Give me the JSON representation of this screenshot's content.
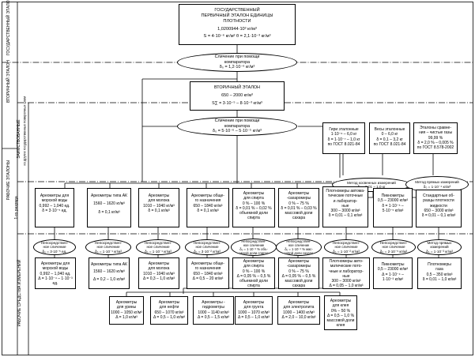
{
  "left_labels": {
    "state": "ГОСУДАРСТВЕННЫЙ ЭТАЛОН",
    "secondary": "ВТОРИЧНЫЙ ЭТАЛОН",
    "working_group": "РАБОЧИЕ ЭТАЛОНЫ",
    "borrowed": "ЗАИМСТВОВАННЫЕ",
    "borrowed_sub": "из других государственных поверочных схем",
    "rank1": "1-го разряда",
    "instruments": "РАБОЧИЕ СРЕДСТВА ИЗМЕРЕНИЙ"
  },
  "state_standard": {
    "l1": "ГОСУДАРСТВЕННЫЙ",
    "l2": "ПЕРВИЧНЫЙ ЭТАЛОН ЕДИНИЦЫ",
    "l3": "ПЛОТНОСТИ",
    "l4": "1,0200944·10³ кг/м³",
    "l5": "S = 4·10⁻⁶ кг/м³    θ = 2,1·10⁻³ кг/м³"
  },
  "comp1": {
    "l1": "Сличение при помощи",
    "l2": "компаратора",
    "l3": "δ₀ = 1,2·10⁻⁶ кг/м³"
  },
  "secondary_standard": {
    "l1": "ВТОРИЧНЫЙ ЭТАЛОН",
    "l2": "650 – 2000 кг/м³",
    "l3": "S∑ = 3·10⁻⁵ – 8·10⁻³ кг/м³"
  },
  "comp2": {
    "l1": "Сличение при помощи",
    "l2": "компаратора",
    "l3": "δ₀ = 5·10⁻⁶ – 5·10⁻⁵ кг/м³"
  },
  "borrowed_boxes": [
    {
      "l1": "Гири эталонные",
      "l2": "1·10⁻⁶ – 6,0 кг",
      "l3": "δ = 1·10⁻⁷ – 1,0 кг",
      "l4": "по ГОСТ 8.021-84"
    },
    {
      "l1": "Весы эталонные",
      "l2": "0 – 6,0 кг",
      "l3": "δ = 0,1 – 3,2 кг",
      "l4": "по ГОСТ 8.021-84"
    },
    {
      "l1": "Эталоны сравне-",
      "l2": "ния – чистые газы",
      "l3": "99,99 %",
      "l4": "δ = 2,0 % – 0,005 %",
      "l5": "по ГОСТ 8.578-2002"
    }
  ],
  "method_indirect": {
    "l1": "Метод косвенных измерений",
    "l2": "δ₀ = 0,01 – 1,0 кг"
  },
  "method_direct_top": {
    "l1": "Метод прямых измерений",
    "l2": "δ₀ = 1·10⁻⁴ кг/м³"
  },
  "rank1_boxes": [
    {
      "l1": "Ареометры для",
      "l2": "морской воды",
      "l3": "0,992 – 1,040 ед.",
      "l4": "δ = 3·10⁻⁵ ед."
    },
    {
      "l1": "Ареометры типа АК",
      "l2": "1560 – 1620 кг/м³",
      "l3": "δ = 0,1 кг/м³"
    },
    {
      "l1": "Ареометры",
      "l2": "для молока",
      "l3": "1010 – 1040 кг/м³",
      "l4": "δ = 0,1 кг/м³"
    },
    {
      "l1": "Ареометры обще-",
      "l2": "го назначения",
      "l3": "650 – 1840 кг/м³",
      "l4": "δ = 0,1 кг/м³"
    },
    {
      "l1": "Ареометры",
      "l2": "для спирта",
      "l3": "0 % – 100 %",
      "l4": "δ = 0,01 % – 0,02 %",
      "l5": "объемной доли",
      "l6": "спирта"
    },
    {
      "l1": "Ареометры",
      "l2": "-сахаромеры",
      "l3": "0 % – 75 %",
      "l4": "δ = 0,01 % – 0,03 %",
      "l5": "массовой доли",
      "l6": "сахара"
    },
    {
      "l1": "Плотномеры автома-",
      "l2": "тические поточные",
      "l3": "и лаборатор-",
      "l4": "ные",
      "l5": "300 – 3000 кг/м³",
      "l6": "δ = 0,01 – 0,1 кг/м³"
    },
    {
      "l1": "Пикнометры",
      "l2": "0,5 – 23000 кг/м³",
      "l3": "δ = 1·10⁻⁵ –",
      "l4": "5·10⁻⁵ кг/м³"
    },
    {
      "l1": "Стандартные об-",
      "l2": "разцы плотности",
      "l3": "жидкости",
      "l4": "650 – 3000 кг/м³",
      "l5": "δ = 0,01 – 0,1 кг/м³"
    }
  ],
  "comp_row": [
    {
      "l1": "Непосредствен-",
      "l2": "ное сличение",
      "l3": "δ₀ = 3·10⁻⁵ ед."
    },
    {
      "l1": "Непосредствен-",
      "l2": "ное сличение",
      "l3": "δ₀ = 1·10⁻¹ кг/м³"
    },
    {
      "l1": "Непосредствен-",
      "l2": "ное сличение",
      "l3": "δ₀ = 1·10⁻¹ кг/м³"
    },
    {
      "l1": "Непосредствен-",
      "l2": "ное сличение",
      "l3": "δ₀ = 3·10⁻² кг/м³"
    },
    {
      "l1": "Непосредствен-",
      "l2": "ное сличение",
      "l3": "δ₀ = 1·10⁻² % объ-",
      "l4": "емной доли спирта"
    },
    {
      "l1": "Непосредствен-",
      "l2": "ное сличение",
      "l3": "δ₀ = 1·10⁻² % мас-",
      "l4": "совой доли сахара"
    },
    {
      "l1": "Непосредствен-",
      "l2": "ное сличение",
      "l3": "δ₀ = 1·10⁻² кг/м³"
    },
    {
      "l1": "Непосредствен-",
      "l2": "ное сличение",
      "l3": "δ₀ = 2·10⁻⁵ кг/м³"
    },
    {
      "l1": "Метод прямых",
      "l2": "измерений",
      "l3": "δ₀ = 1·10⁻³ кг/м³"
    }
  ],
  "instr_row1": [
    {
      "l1": "Ареометры для",
      "l2": "морской воды",
      "l3": "0,992 – 1,040 ед.",
      "l4": "Δ = 1·10⁻⁴ – 1·10⁻³ ед."
    },
    {
      "l1": "Ареометры типа АК",
      "l2": "1560 – 1620 кг/м³",
      "l3": "Δ = 0,2 – 1,0 кг/м³"
    },
    {
      "l1": "Ареометры",
      "l2": "для молока",
      "l3": "1010 – 1040 кг/м³",
      "l4": "Δ = 0,3 – 1,0 кг/м³"
    },
    {
      "l1": "Ареометры обще-",
      "l2": "го назначения",
      "l3": "650 – 1840 кг/м³",
      "l4": "Δ = 0,5 – 20 кг/м³"
    },
    {
      "l1": "Ареометры",
      "l2": "для спирта",
      "l3": "0 % – 100 %",
      "l4": "Δ = 0,05 % – 0,5 %",
      "l5": "объемной доли",
      "l6": "спирта"
    },
    {
      "l1": "Ареометры",
      "l2": "-сахаромеры",
      "l3": "0 % – 75 %",
      "l4": "Δ = 0,05 % – 0,5 %",
      "l5": "массовой доли",
      "l6": "сахара"
    },
    {
      "l1": "Плотномеры авто-",
      "l2": "матические пото-",
      "l3": "чные и лаборатор-",
      "l4": "ные",
      "l5": "300 – 3000 кг/м³",
      "l6": "Δ = 0,05 – 1,0 кг/м³"
    },
    {
      "l1": "Пикнометры",
      "l2": "0,5 – 23000 кг/м³",
      "l3": "Δ = 1·10⁻⁴ –",
      "l4": "1·10⁻³ кг/м³"
    },
    {
      "l1": "Плотномеры",
      "l2": "газа",
      "l3": "0,5 – 350 кг/м³",
      "l4": "δ = 0,01 – 1,0 кг/м³"
    }
  ],
  "instr_row2": [
    {
      "l1": "Ареометры",
      "l2": "для урины",
      "l3": "1000 – 1050 кг/м³",
      "l4": "Δ = 1,0 кг/м³"
    },
    {
      "l1": "Ареометры",
      "l2": "для нефти",
      "l3": "650 – 1070 кг/м³",
      "l4": "Δ = 0,5 – 1,0 кг/м³"
    },
    {
      "l1": "Ареометры -",
      "l2": "гидрометры",
      "l3": "1000 – 1140 кг/м³",
      "l4": "Δ = 0,5 – 1,5 кг/м³"
    },
    {
      "l1": "Ареометры",
      "l2": "для грунта",
      "l3": "1000 – 1070 кг/м³",
      "l4": "Δ = 0,5 – 1,0 кг/м³"
    },
    {
      "l1": "Ареометры",
      "l2": "для электролита",
      "l3": "1000 – 1400 кг/м³",
      "l4": "Δ = 2,0 – 10,0 кг/м³"
    },
    {
      "l1": "Ареометры",
      "l2": "для клея",
      "l3": "0% – 50 %",
      "l4": "Δ = 0,5 – 1,0 %",
      "l5": "массовой доли",
      "l6": "клея"
    }
  ]
}
